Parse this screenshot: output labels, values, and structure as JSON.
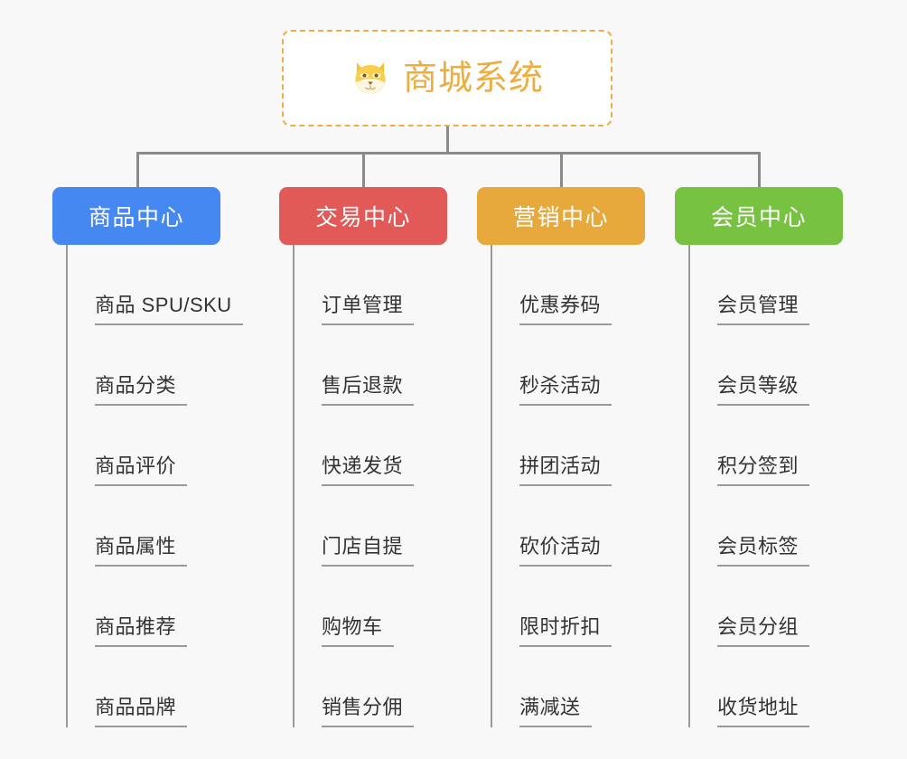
{
  "page": {
    "background_color": "#f8f8f8",
    "line_color": "#8a8a8a"
  },
  "root": {
    "title": "商城系统",
    "icon": "shiba-dog-icon",
    "text_color": "#eead3f",
    "border_color": "#eead4a",
    "background_color": "#ffffff"
  },
  "categories": [
    {
      "label": "商品中心",
      "color": "#4688f1",
      "items": [
        "商品 SPU/SKU",
        "商品分类",
        "商品评价",
        "商品属性",
        "商品推荐",
        "商品品牌"
      ]
    },
    {
      "label": "交易中心",
      "color": "#e15a58",
      "items": [
        "订单管理",
        "售后退款",
        "快递发货",
        "门店自提",
        "购物车",
        "销售分佣"
      ]
    },
    {
      "label": "营销中心",
      "color": "#e8a93c",
      "items": [
        "优惠券码",
        "秒杀活动",
        "拼团活动",
        "砍价活动",
        "限时折扣",
        "满减送"
      ]
    },
    {
      "label": "会员中心",
      "color": "#78c242",
      "items": [
        "会员管理",
        "会员等级",
        "积分签到",
        "会员标签",
        "会员分组",
        "收货地址"
      ]
    }
  ]
}
